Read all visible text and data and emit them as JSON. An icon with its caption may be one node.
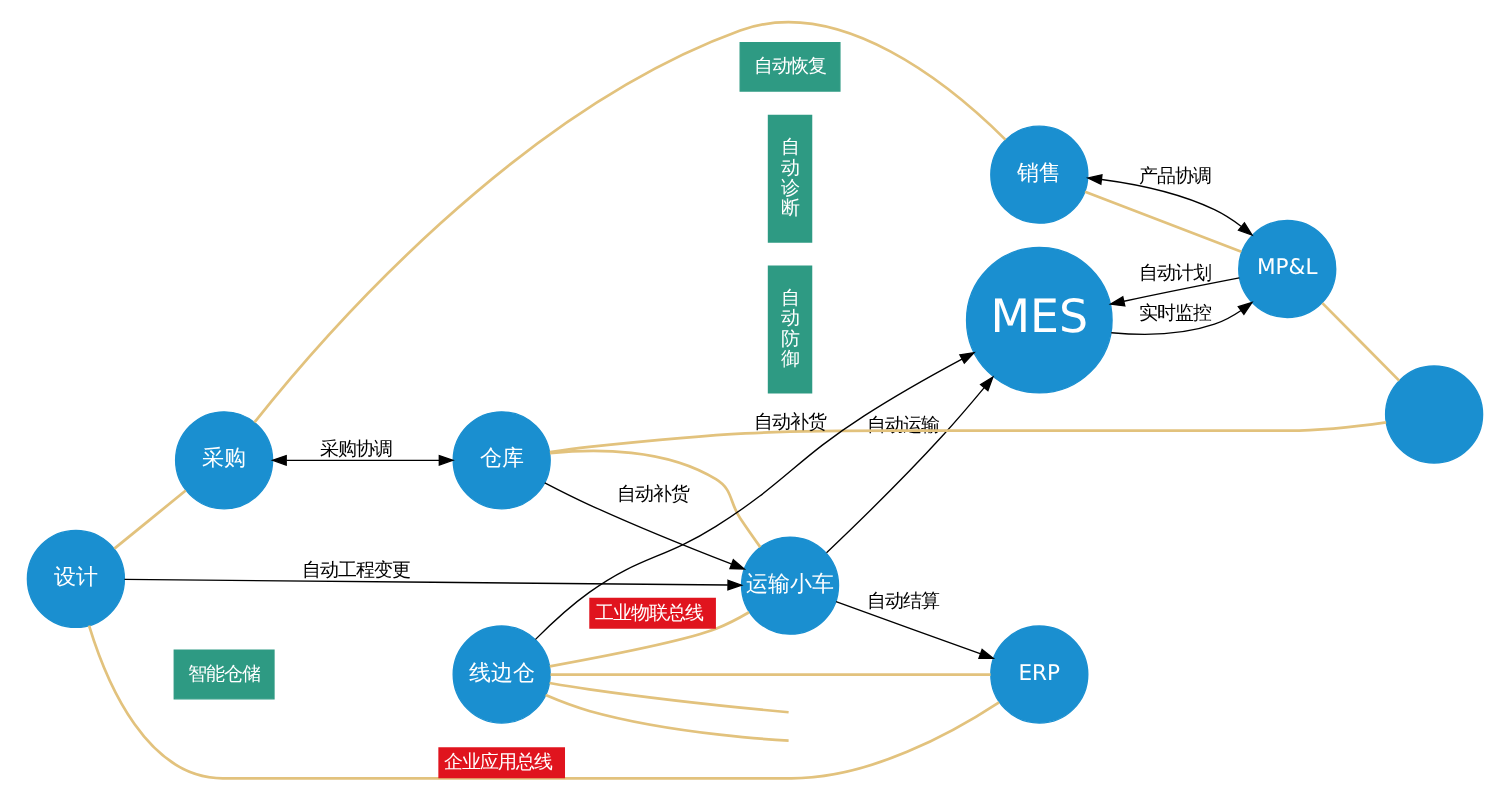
{
  "diagram": {
    "nodes": [
      {
        "text": [
          "设计"
        ]
      },
      {
        "text": [
          "ERP"
        ]
      },
      {
        "text": [
          "采购"
        ]
      },
      {
        "text": [
          "运输小车"
        ]
      },
      {
        "text": [
          "仓库"
        ]
      },
      {
        "text": [
          "线边仓"
        ]
      },
      {
        "text": [
          "销售"
        ]
      },
      {
        "text": [
          "智能仓储"
        ]
      },
      {
        "text": [
          "自动恢复"
        ]
      },
      {
        "text": [
          "自动诊断"
        ]
      },
      {
        "text": [
          "MES"
        ]
      },
      {
        "text": [
          "自动防御"
        ]
      },
      {
        "text": [
          "MP&L"
        ]
      },
      {
        "text": [],
        "shape": "circle"
      }
    ],
    "edges": [
      {
        "from": 1,
        "to": 0,
        "arrow": "none",
        "label": "企业应用总线"
      },
      {
        "from": 0,
        "to": 2,
        "arrow": "none"
      },
      {
        "from": 2,
        "to": 6,
        "arrow": "none"
      },
      {
        "from": 6,
        "to": 12,
        "arrow": "none"
      },
      {
        "from": 12,
        "to": 13,
        "arrow": "none"
      },
      {
        "from": 5,
        "to": 1,
        "arrow": "none"
      },
      {
        "from": 5,
        "to": 3,
        "arrow": "none",
        "label": "工业物联总线"
      },
      {
        "from": 3,
        "to": 4,
        "arrow": "none"
      },
      {
        "from": 4,
        "to": 13,
        "arrow": "none"
      },
      {
        "from": 5,
        "to": null,
        "arrow": "none"
      },
      {
        "from": 5,
        "to": null,
        "arrow": "none"
      },
      {
        "from": 0,
        "to": 3,
        "arrow": "to",
        "label": "自动工程变更",
        "color": "#000000"
      },
      {
        "from": 3,
        "to": 1,
        "arrow": "to",
        "label": "自动结算",
        "color": "#000000"
      },
      {
        "from": 4,
        "to": 3,
        "arrow": "to",
        "label": "自动补货",
        "color": "#000000"
      },
      {
        "from": 3,
        "to": 10,
        "arrow": "to",
        "label": "自动运输",
        "color": "#000000"
      },
      {
        "from": 5,
        "to": 10,
        "arrow": "to",
        "label": "自动补货",
        "color": "#000000"
      },
      {
        "from": 2,
        "to": 4,
        "arrow": "both",
        "label": "采购协调",
        "color": "#000000"
      },
      {
        "from": 6,
        "to": 12,
        "arrow": "both",
        "label": "产品协调",
        "color": "#000000"
      },
      {
        "from": 12,
        "to": 10,
        "arrow": "to",
        "label": "自动计划",
        "color": "#000000"
      },
      {
        "from": 10,
        "to": 12,
        "arrow": "to",
        "label": "实时监控",
        "color": "#000000"
      }
    ]
  }
}
